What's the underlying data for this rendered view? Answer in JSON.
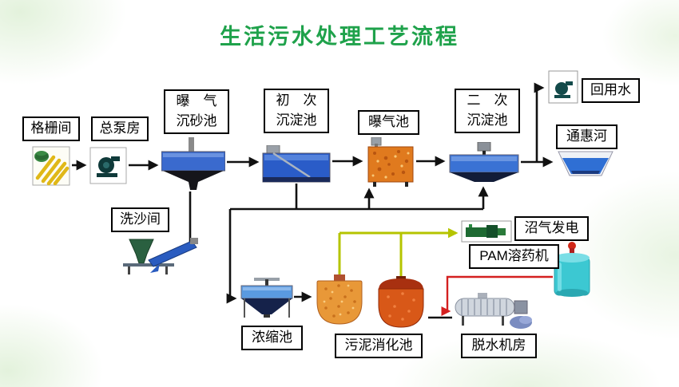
{
  "title": "生活污水处理工艺流程",
  "colors": {
    "title_green": "#1fa24b",
    "line_black": "#111111",
    "line_red": "#d42020",
    "line_biogas": "#b5c400",
    "water_blue": "#2a5cc8",
    "tank_orange": "#e07a1e",
    "pam_cyan": "#3cc8d2"
  },
  "labels": {
    "grid_room": "格栅间",
    "pump_house": "总泵房",
    "grit_chamber": "曝　气\n沉砂池",
    "primary_tank": "初　次\n沉淀池",
    "aeration_tank": "曝气池",
    "secondary_tank": "二　次\n沉淀池",
    "reuse_water": "回用水",
    "tonghui_river": "通惠河",
    "sand_wash_room": "洗沙间",
    "thickening_tank": "浓缩池",
    "sludge_digester": "污泥消化池",
    "dewatering_room": "脱水机房",
    "biogas_power": "沼气发电",
    "pam_machine": "PAM溶药机"
  }
}
